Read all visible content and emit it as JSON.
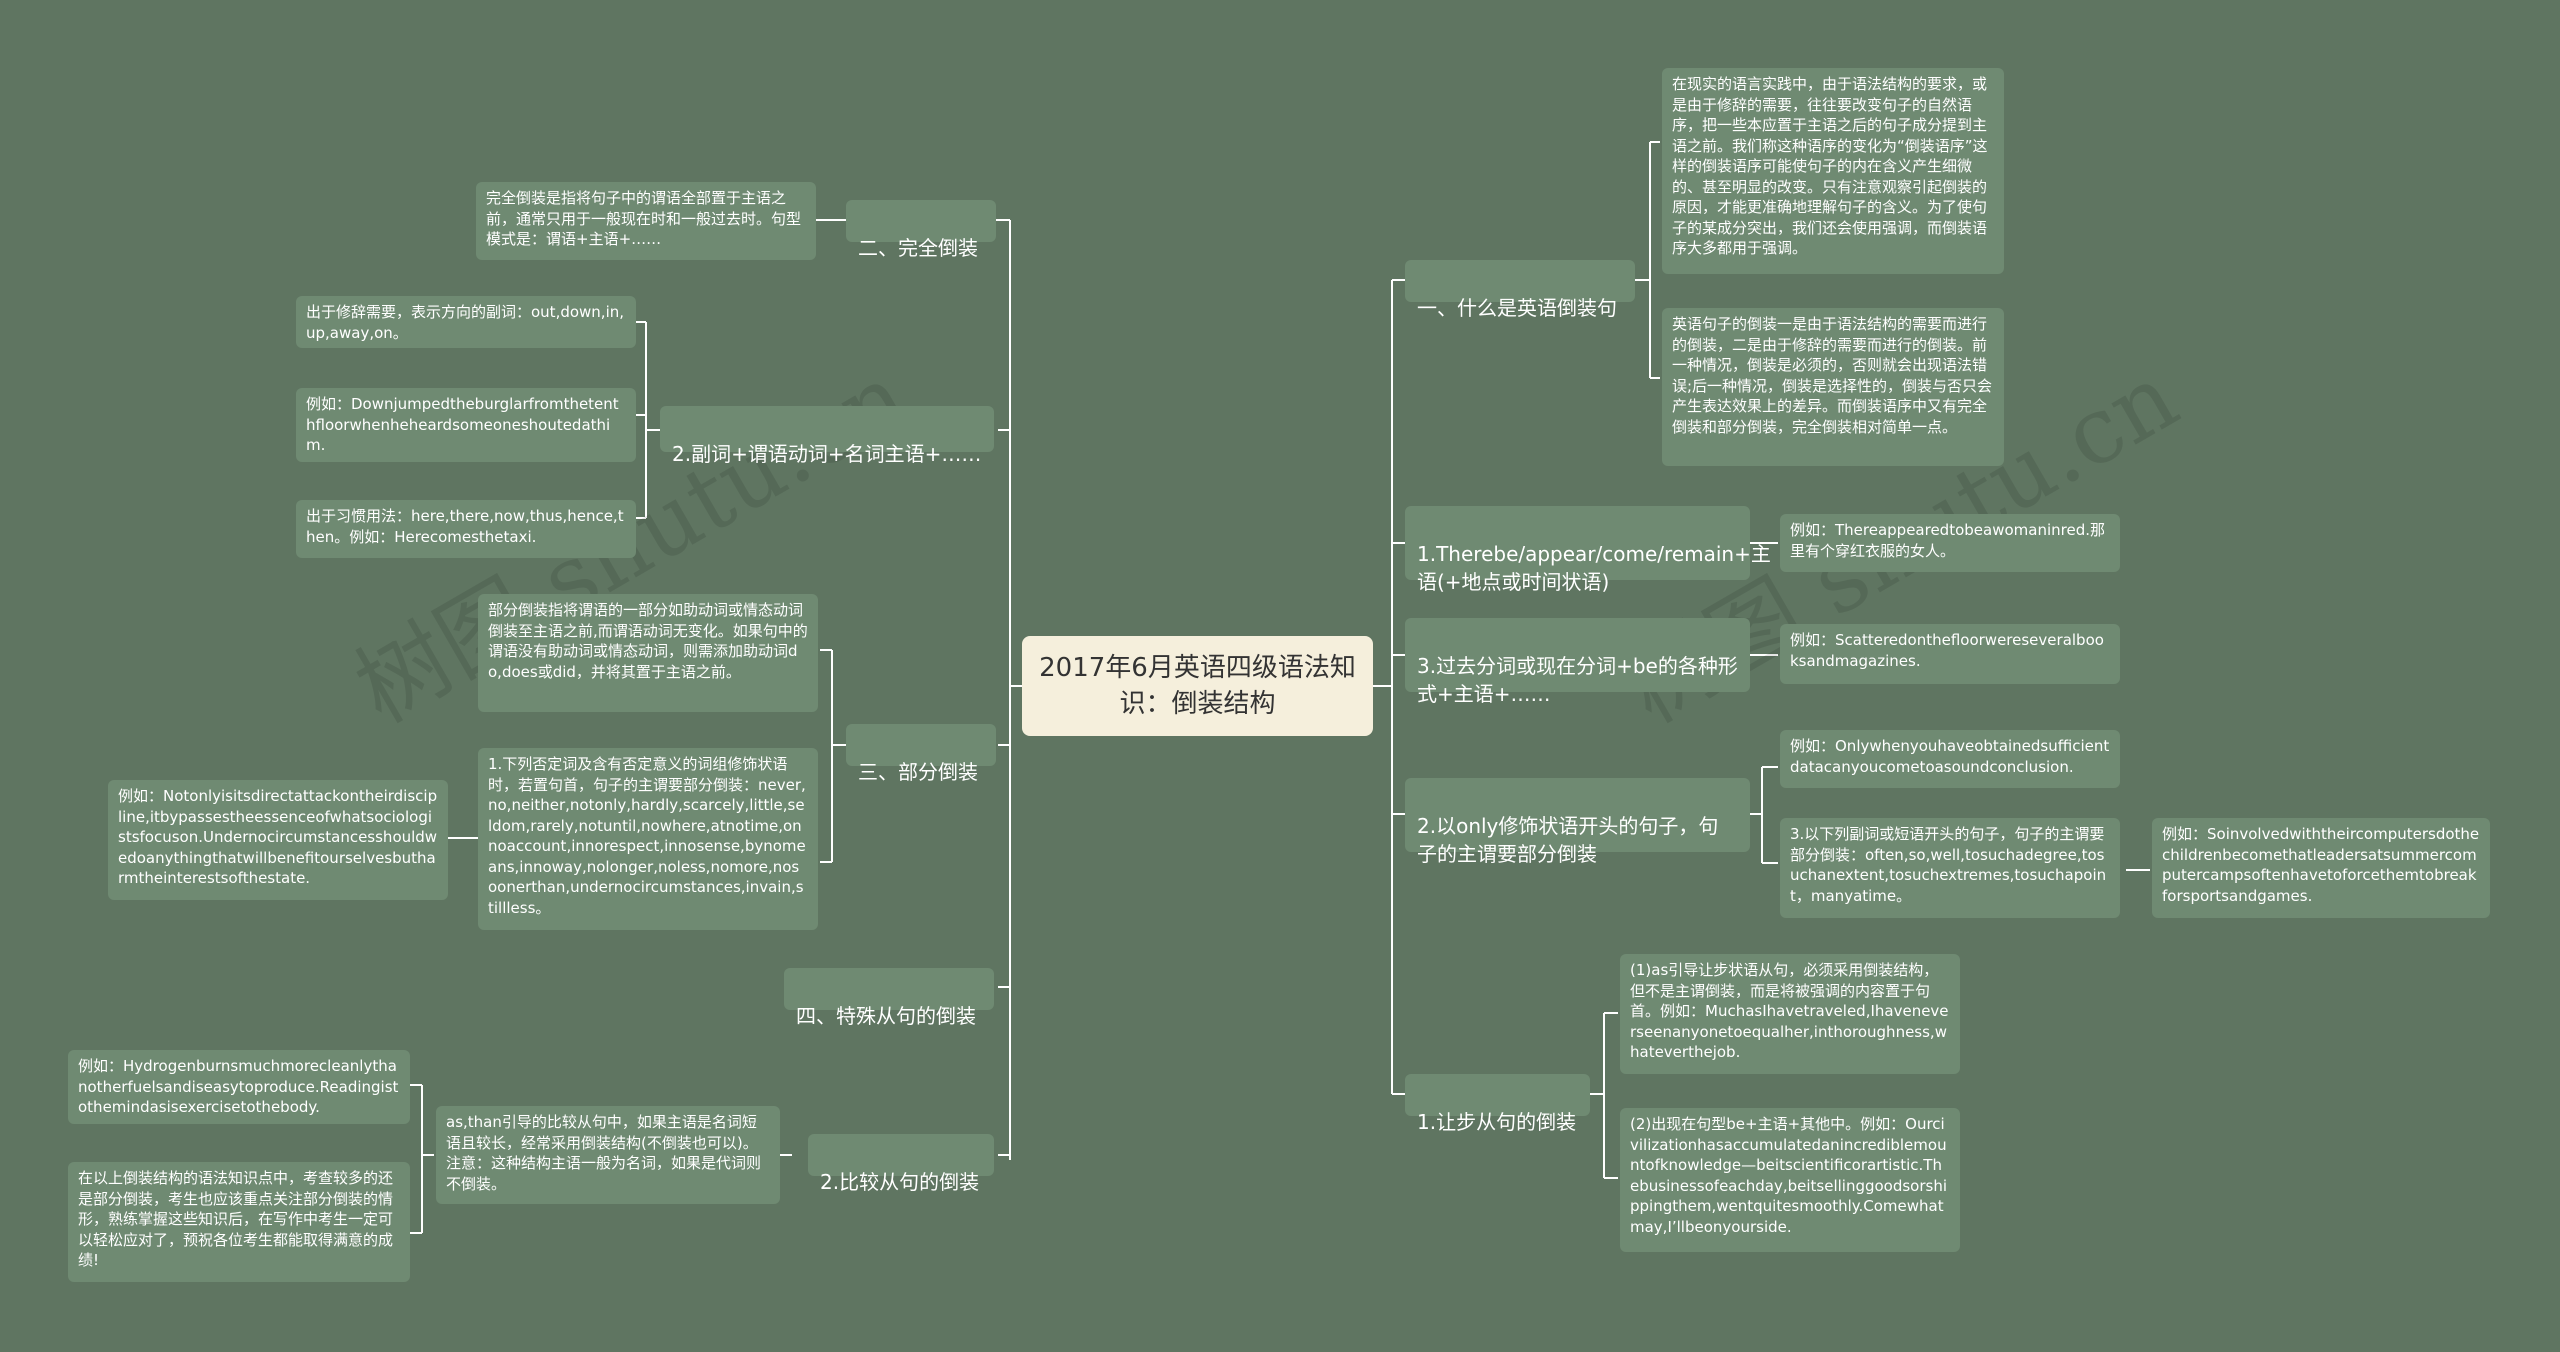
{
  "root": "2017年6月英语四级语法知识：倒装结构",
  "left": [
    {
      "label": "二、完全倒装",
      "children": [
        "完全倒装是指将句子中的谓语全部置于主语之前，通常只用于一般现在时和一般过去时。句型模式是：谓语+主语+……"
      ]
    },
    {
      "label": "2.副词+谓语动词+名词主语+……",
      "children": [
        "出于修辞需要，表示方向的副词：out,down,in,up,away,on。",
        "例如：Downjumpedtheburglarfromthetenthfloorwhenheheardsomeoneshoutedathim.",
        "出于习惯用法：here,there,now,thus,hence,then。例如：Herecomesthetaxi."
      ]
    },
    {
      "label": "三、部分倒装",
      "children": [
        "部分倒装指将谓语的一部分如助动词或情态动词倒装至主语之前,而谓语动词无变化。如果句中的谓语没有助动词或情态动词，则需添加助动词do,does或did，并将其置于主语之前。",
        "1.下列否定词及含有否定意义的词组修饰状语时，若置句首，句子的主谓要部分倒装：never,no,neither,notonly,hardly,scarcely,little,seldom,rarely,notuntil,nowhere,atnotime,onnoaccount,innorespect,innosense,bynomeans,innoway,nolonger,noless,nomore,nosoonerthan,undernocircumstances,invain,stillless。"
      ],
      "grandchild": "例如：Notonlyisitsdirectattackontheirdiscipline,itbypassestheessenceofwhatsociologistsfocuson.Undernocircumstancesshouldwedoanythingthatwillbenefitourselvesbutharmtheinterestsofthestate."
    },
    {
      "label": "四、特殊从句的倒装",
      "children": []
    },
    {
      "label": "2.比较从句的倒装",
      "children": [
        "as,than引导的比较从句中，如果主语是名词短语且较长，经常采用倒装结构(不倒装也可以)。注意：这种结构主语一般为名词，如果是代词则不倒装。"
      ],
      "grandchildren": [
        "例如：Hydrogenburnsmuchmorecleanlythanotherfuelsandiseasytoproduce.Readingistothemindasisexercisetothebody.",
        "在以上倒装结构的语法知识点中，考查较多的还是部分倒装，考生也应该重点关注部分倒装的情形，熟练掌握这些知识后，在写作中考生一定可以轻松应对了，预祝各位考生都能取得满意的成绩!"
      ]
    }
  ],
  "right": [
    {
      "label": "一、什么是英语倒装句",
      "children": [
        "在现实的语言实践中，由于语法结构的要求，或是由于修辞的需要，往往要改变句子的自然语序，把一些本应置于主语之后的句子成分提到主语之前。我们称这种语序的变化为“倒装语序”这样的倒装语序可能使句子的内在含义产生细微的、甚至明显的改变。只有注意观察引起倒装的原因，才能更准确地理解句子的含义。为了使句子的某成分突出，我们还会使用强调，而倒装语序大多都用于强调。",
        "英语句子的倒装一是由于语法结构的需要而进行的倒装，二是由于修辞的需要而进行的倒装。前一种情况，倒装是必须的，否则就会出现语法错误;后一种情况，倒装是选择性的，倒装与否只会产生表达效果上的差异。而倒装语序中又有完全倒装和部分倒装，完全倒装相对简单一点。"
      ]
    },
    {
      "label": "1.Therebe/appear/come/remain+主语(+地点或时间状语)",
      "children": [
        "例如：Thereappearedtobeawomaninred.那里有个穿红衣服的女人。"
      ]
    },
    {
      "label": "3.过去分词或现在分词+be的各种形式+主语+……",
      "children": [
        "例如：Scatteredonthefloorwereseveralbooksandmagazines."
      ]
    },
    {
      "label": "2.以only修饰状语开头的句子，句子的主谓要部分倒装",
      "children": [
        "例如：Onlywhenyouhaveobtainedsufficientdatacanyoucometoasoundconclusion.",
        "3.以下列副词或短语开头的句子，句子的主谓要部分倒装：often,so,well,tosuchadegree,tosuchanextent,tosuchextremes,tosuchapoint，manyatime。"
      ],
      "grandchild": "例如：Soinvolvedwiththeircomputersdothechildrenbecomethatleadersatsummercomputercampsoftenhavetoforcethemtobreakforsportsandgames."
    },
    {
      "label": "1.让步从句的倒装",
      "children": [
        "(1)as引导让步状语从句，必须采用倒装结构，但不是主谓倒装，而是将被强调的内容置于句首。例如：MuchasIhavetraveled,Ihaveneverseenanyonetoequalher,inthoroughness,whateverthejob.",
        "(2)出现在句型be+主语+其他中。例如：Ourcivilizationhasaccumulatedanincrediblemountofknowledge—beitscientificorartistic.Thebusinessofeachday,beitsellinggoodsorshippingthem,wentquitesmoothly.Comewhatmay,I’llbeonyourside."
      ]
    }
  ],
  "watermarks": [
    "树图 shutu.cn",
    "树图 shutu.cn",
    "shutu.cn",
    "shutu.cn"
  ]
}
